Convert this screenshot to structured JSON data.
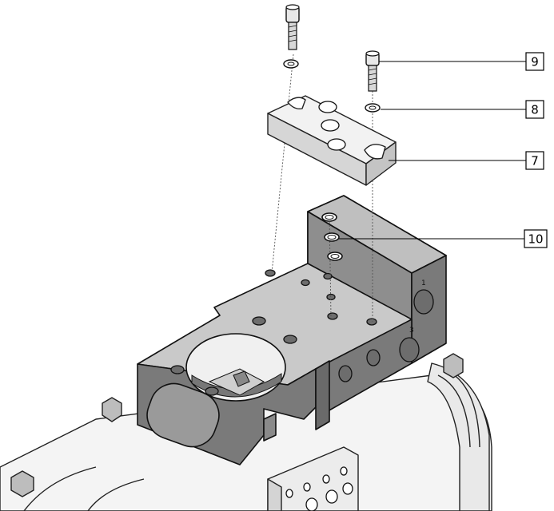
{
  "colors": {
    "bracket_top": "#c9c9c9",
    "bracket_side": "#8e8e8e",
    "bracket_front": "#7a7a7a",
    "plate_top": "#f2f2f2",
    "plate_side": "#d6d6d6",
    "actuator": "#f4f4f4",
    "outline": "#111111"
  },
  "callouts": [
    {
      "id": "screw",
      "label": "9"
    },
    {
      "id": "washer",
      "label": "8"
    },
    {
      "id": "plate",
      "label": "7"
    },
    {
      "id": "orings",
      "label": "10"
    }
  ],
  "bracket_marks": [
    "1",
    "3"
  ]
}
